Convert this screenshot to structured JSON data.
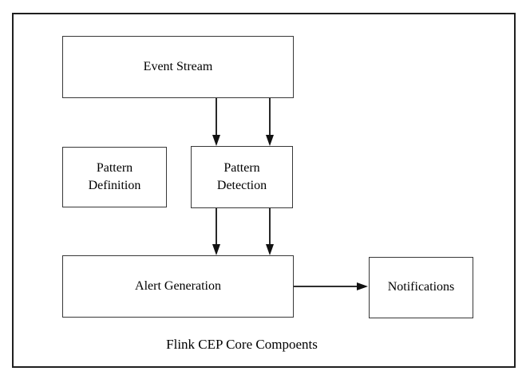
{
  "diagram": {
    "caption": "Flink CEP Core Compoents",
    "nodes": {
      "event_stream": {
        "label": "Event Stream"
      },
      "pattern_definition": {
        "label": "Pattern Definition"
      },
      "pattern_detection": {
        "label": "Pattern Detection"
      },
      "alert_generation": {
        "label": "Alert Generation"
      },
      "notifications": {
        "label": "Notifications"
      }
    },
    "edges": [
      {
        "from": "Event Stream",
        "to": "Pattern Detection",
        "arrows": 2,
        "direction": "down"
      },
      {
        "from": "Pattern Detection",
        "to": "Alert Generation",
        "arrows": 2,
        "direction": "down"
      },
      {
        "from": "Alert Generation",
        "to": "Notifications",
        "arrows": 1,
        "direction": "right"
      }
    ],
    "colors": {
      "background": "#ffffff",
      "outer_border": "#1f1f1f",
      "box_border": "#383838",
      "arrow": "#111111",
      "text": "#000000"
    }
  }
}
